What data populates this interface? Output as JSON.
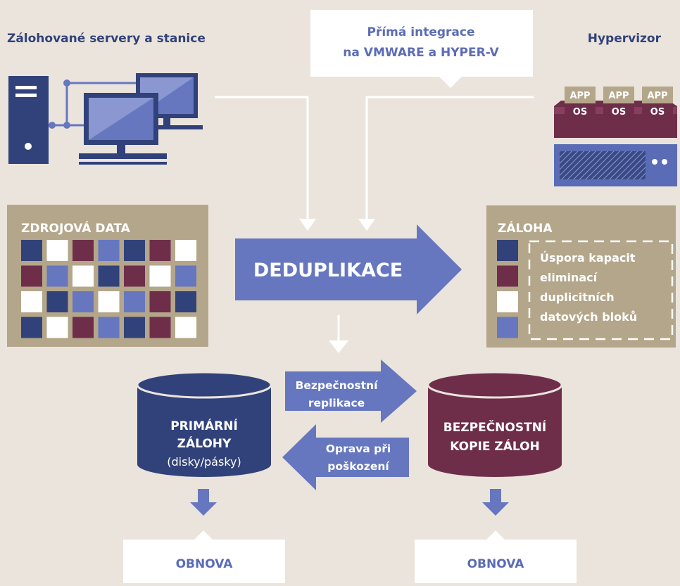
{
  "header": {
    "servers_label": "Zálohované servery a stanice",
    "integration_line1": "Přímá integrace",
    "integration_line2": "na VMWARE a HYPER-V",
    "hypervisor_label": "Hypervizor"
  },
  "hypervisor": {
    "vm_app": [
      "APP",
      "APP",
      "APP"
    ],
    "vm_os": [
      "OS",
      "OS",
      "OS"
    ]
  },
  "source": {
    "title": "ZDROJOVÁ DATA",
    "grid": [
      [
        "navy",
        "white",
        "wine",
        "blue",
        "navy",
        "wine",
        "white"
      ],
      [
        "wine",
        "blue",
        "white",
        "navy",
        "wine",
        "white",
        "blue"
      ],
      [
        "white",
        "navy",
        "blue",
        "white",
        "blue",
        "wine",
        "navy"
      ],
      [
        "navy",
        "white",
        "wine",
        "blue",
        "navy",
        "wine",
        "white"
      ]
    ]
  },
  "dedup": {
    "label": "DEDUPLIKACE"
  },
  "backup": {
    "title": "ZÁLOHA",
    "blocks": [
      "navy",
      "wine",
      "white",
      "blue"
    ],
    "note_lines": [
      "Úspora kapacit",
      "eliminací",
      "duplicitních",
      "datových bloků"
    ]
  },
  "primary": {
    "line1": "PRIMÁRNÍ",
    "line2": "ZÁLOHY",
    "line3": "(disky/pásky)"
  },
  "secondary": {
    "line1": "BEZPEČNOSTNÍ",
    "line2": "KOPIE ZÁLOH"
  },
  "replication": {
    "line1": "Bezpečnostní",
    "line2": "replikace"
  },
  "repair": {
    "line1": "Oprava při",
    "line2": "poškození"
  },
  "restore": {
    "left": "OBNOVA",
    "right": "OBNOVA"
  },
  "colors": {
    "background": "#ebe4dc",
    "navy": "#31427a",
    "blue": "#6677c0",
    "wine": "#6e2e4a",
    "tan": "#b4a68a",
    "white": "#ffffff"
  }
}
